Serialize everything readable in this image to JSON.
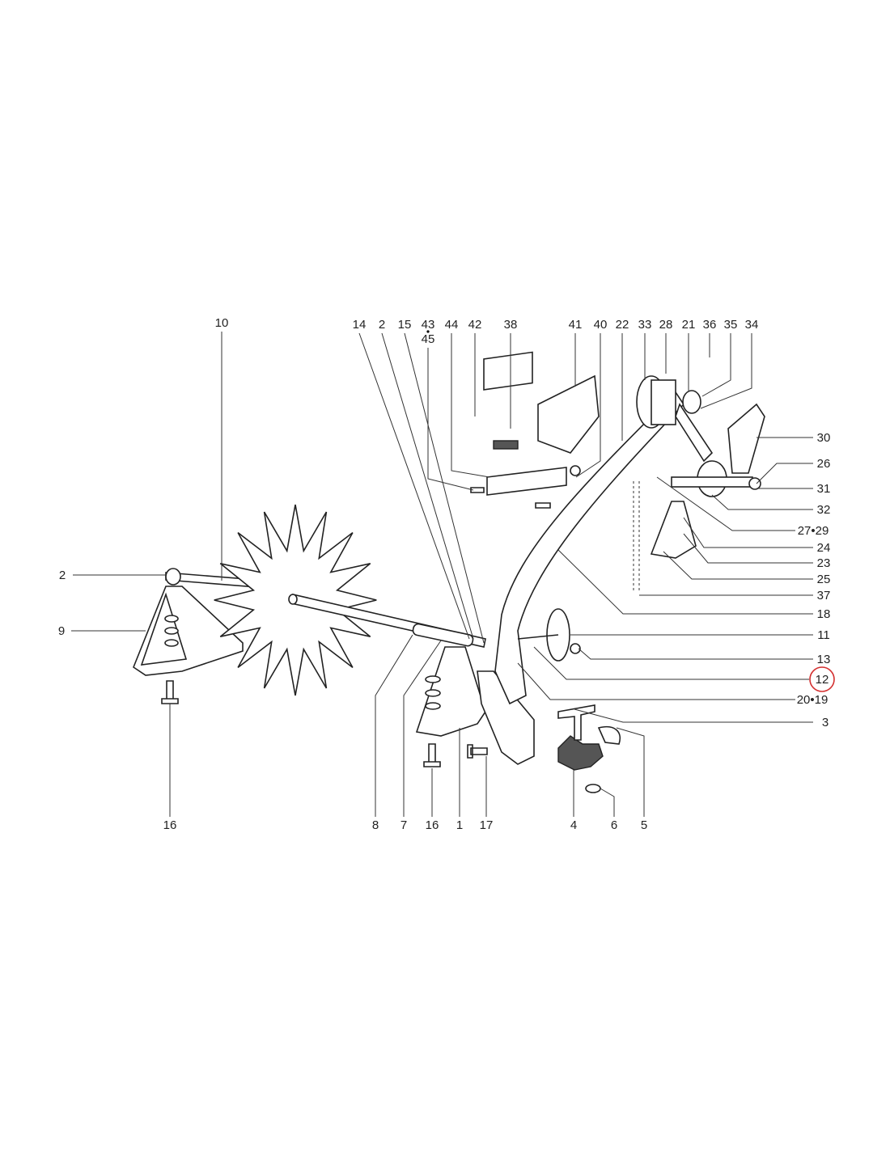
{
  "diagram": {
    "type": "exploded-parts-view",
    "highlighted_part": "12",
    "highlight_color": "#d32f2f",
    "labels_top": [
      "10",
      "14",
      "2",
      "15",
      "43",
      "45",
      "44",
      "42",
      "38",
      "41",
      "40",
      "22",
      "33",
      "28",
      "21",
      "36",
      "35",
      "34"
    ],
    "labels_right": [
      "30",
      "26",
      "31",
      "32",
      "27•29",
      "24",
      "23",
      "25",
      "37",
      "18",
      "11",
      "13",
      "12",
      "20•19",
      "3"
    ],
    "labels_left": [
      "2",
      "9"
    ],
    "labels_bottom": [
      "16",
      "8",
      "7",
      "16",
      "1",
      "17",
      "4",
      "6",
      "5"
    ]
  }
}
